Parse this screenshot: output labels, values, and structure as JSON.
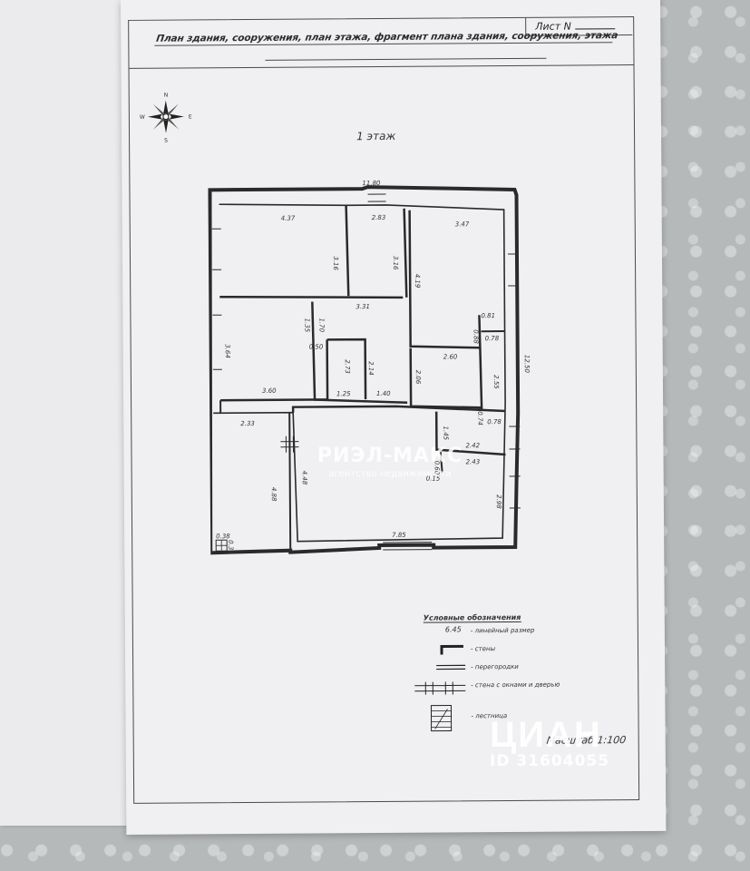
{
  "sheet": {
    "sheet_number_label": "Лист N",
    "header_title": "План здания, сооружения, план этажа, фрагмент плана здания, сооружения, этажа",
    "floor_label": "1 этаж",
    "scale_label": "Масштаб 1:100"
  },
  "compass": {
    "n": "N",
    "e": "E",
    "s": "S",
    "w": "W"
  },
  "plan": {
    "dims": {
      "total_top": "11.80",
      "r1_w": "4.37",
      "r1_h": "3.16",
      "r2_w": "2.83",
      "r2_h": "3.16",
      "r3_w": "3.47",
      "r3_h": "4.19",
      "r4_h": "3.64",
      "r4_w": "3.60",
      "corr_w": "3.31",
      "corr_a": "1.35",
      "corr_b": "1.70",
      "corr_c": "0.50",
      "wc_h": "2.73",
      "wc_w": "1.25",
      "hall_h": "2.14",
      "hall_w": "1.40",
      "r5_w": "2.60",
      "r5_h": "2.06",
      "side_a": "0.81",
      "side_b": "0.88",
      "side_c": "0.78",
      "side_d": "2.55",
      "total_right": "12.50",
      "r6_w": "2.33",
      "r6_h": "4.88",
      "big_h": "4.48",
      "big_w": "7.85",
      "r7_a": "1.45",
      "r7_b": "0.74",
      "r7_c": "0.78",
      "r7_w": "2.42",
      "r8_w": "2.43",
      "r8_h": "2.98",
      "r8_a": "0.60",
      "r8_b": "0.15",
      "corner_a": "0.38",
      "corner_b": "0.38"
    }
  },
  "legend": {
    "title": "Условные обозначения",
    "dim_example": "6.45",
    "rows": [
      "- линейный размер",
      "- стены",
      "- перегородки",
      "- стена с окнами и дверью",
      "- лестница"
    ]
  },
  "watermarks": {
    "agency_name": "РИЭЛ-МАКС",
    "agency_sub": "агентство недвижимости",
    "cian_name": "ЦИАН",
    "cian_id": "ID 31604055"
  }
}
